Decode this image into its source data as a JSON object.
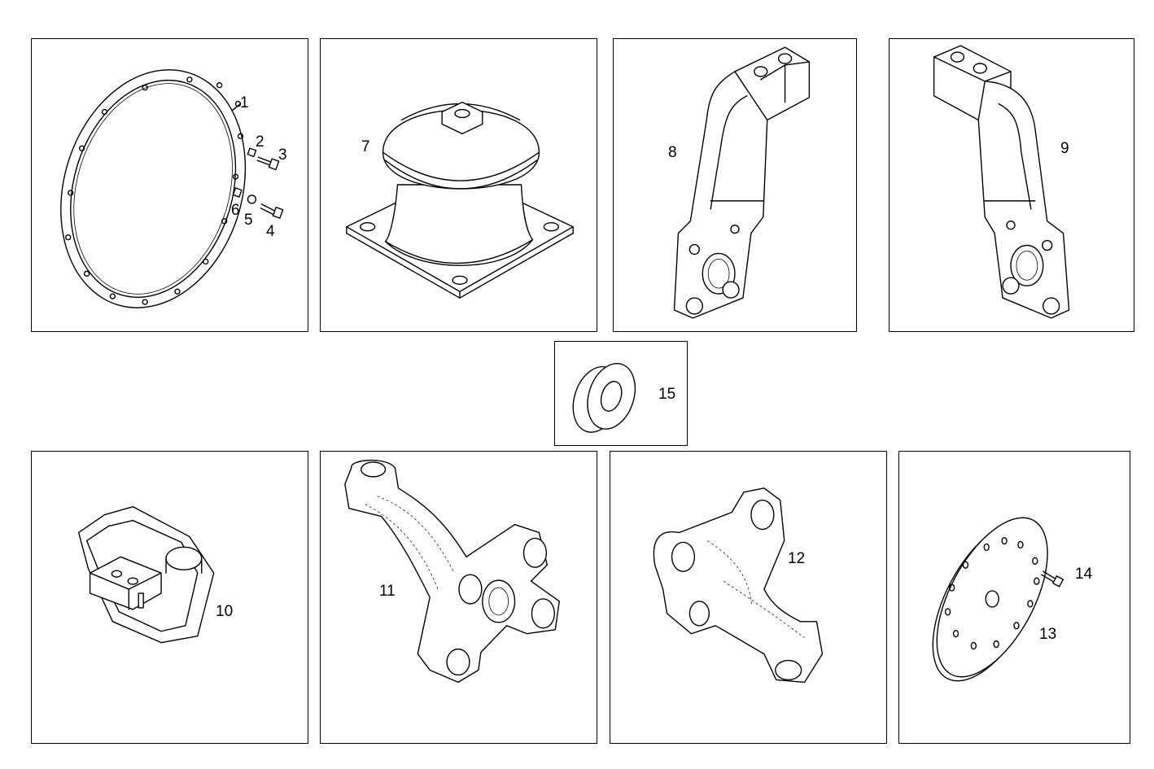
{
  "callouts": {
    "p1": [
      "1",
      "2",
      "3",
      "6",
      "5",
      "4"
    ],
    "p7": "7",
    "p8": "8",
    "p9": "9",
    "p15": "15",
    "p10": "10",
    "p11": "11",
    "p12": "12",
    "p13": [
      "14",
      "13"
    ]
  }
}
